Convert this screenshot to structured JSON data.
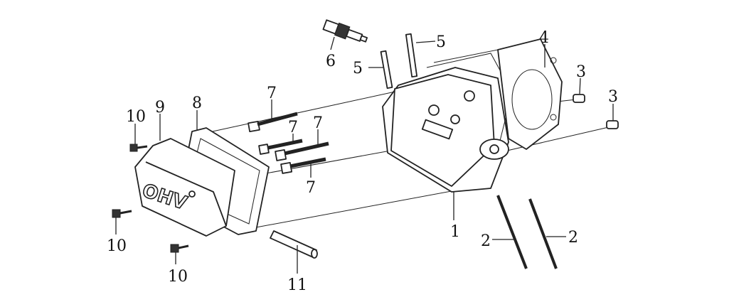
{
  "diagram": {
    "title": "Cylinder head exploded view",
    "cover_logo": "OHV",
    "callouts": {
      "head": "1",
      "pushrod_a": "2",
      "pushrod_b": "2",
      "dowel_a": "3",
      "dowel_b": "3",
      "head_gasket": "4",
      "stud_a": "5",
      "stud_b": "5",
      "spark_plug": "6",
      "bolt_a": "7",
      "bolt_b": "7",
      "bolt_c": "7",
      "bolt_d": "7",
      "cover_gasket": "8",
      "valve_cover": "9",
      "cover_bolt_a": "10",
      "cover_bolt_b": "10",
      "cover_bolt_c": "10",
      "breather_tube": "11"
    }
  }
}
